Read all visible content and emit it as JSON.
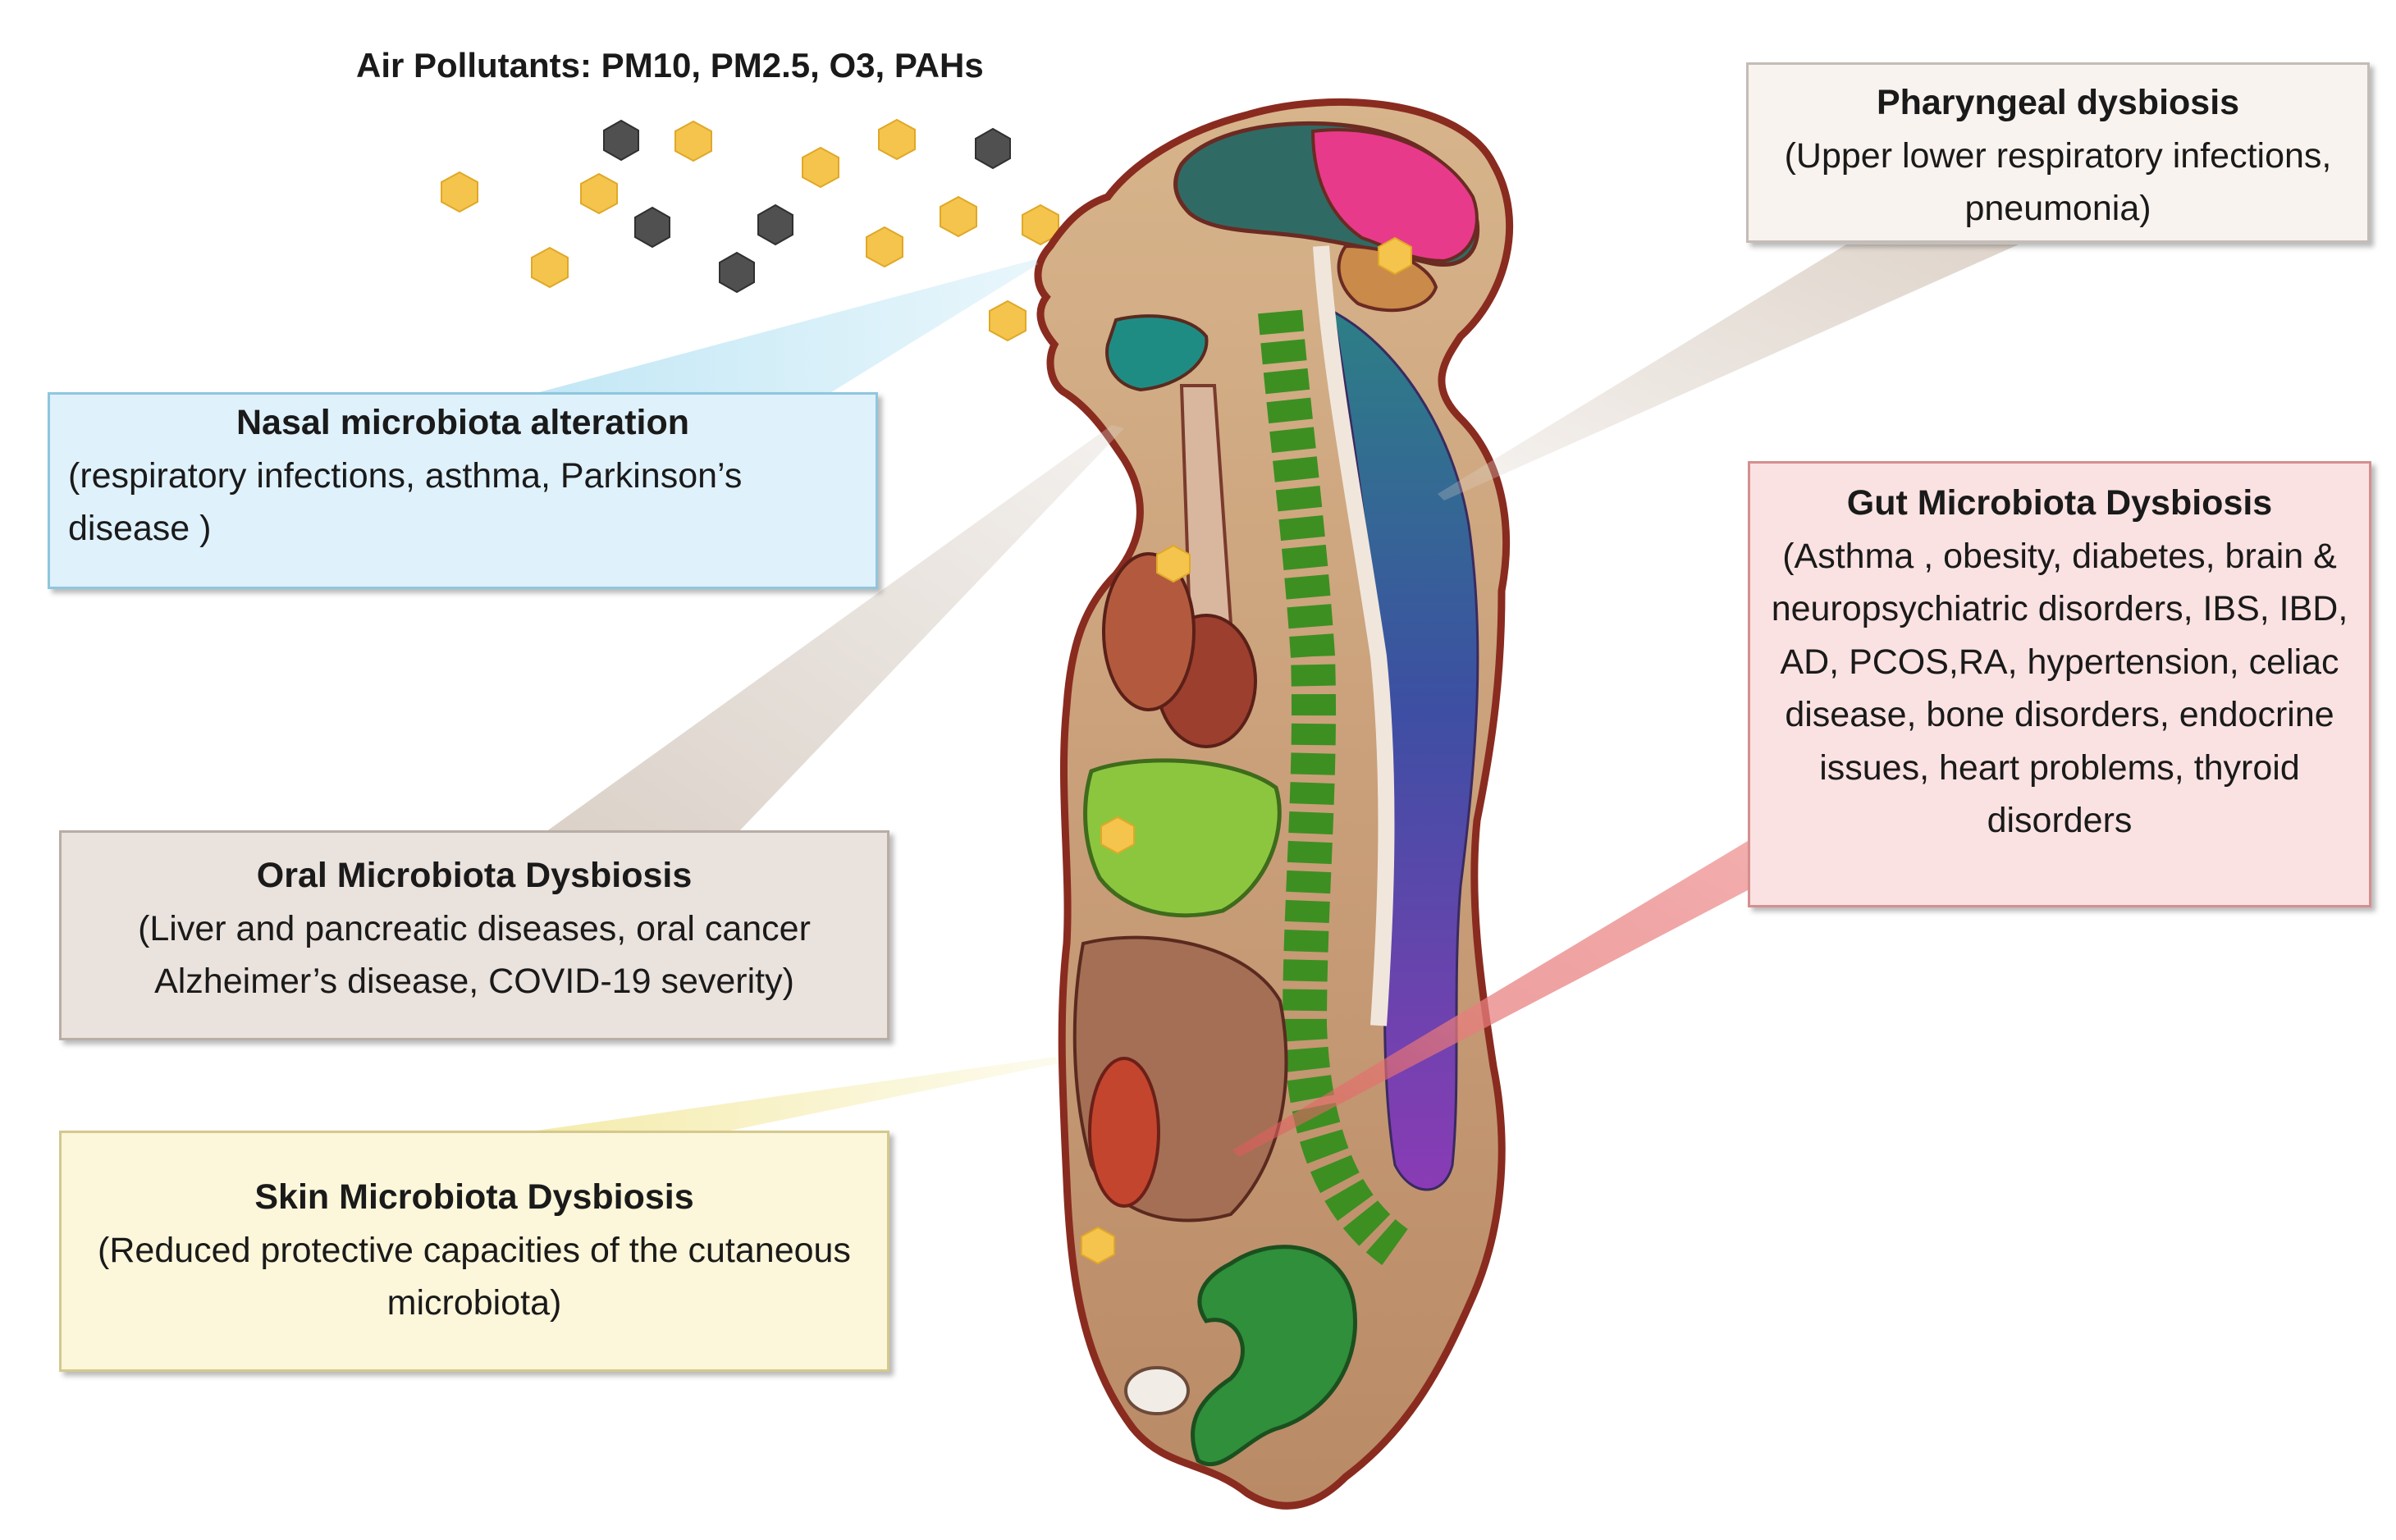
{
  "header": {
    "title": "Air Pollutants: PM10, PM2.5, O3, PAHs"
  },
  "boxes": {
    "nasal": {
      "title": "Nasal microbiota  alteration",
      "desc": " (respiratory infections, asthma, Parkinson’s disease )"
    },
    "oral": {
      "title": "Oral Microbiota  Dysbiosis",
      "desc": "(Liver and pancreatic diseases, oral cancer Alzheimer’s disease, COVID-19 severity)"
    },
    "skin": {
      "title": "Skin Microbiota Dysbiosis",
      "desc": "(Reduced protective capacities of the cutaneous microbiota)"
    },
    "pharyngeal": {
      "title": "Pharyngeal  dysbiosis",
      "desc": "(Upper lower respiratory infections, pneumonia)"
    },
    "gut": {
      "title": "Gut Microbiota  Dysbiosis",
      "desc": "(Asthma , obesity, diabetes, brain & neuropsychiatric disorders, IBS, IBD, AD, PCOS,RA, hypertension, celiac disease, bone disorders, endocrine issues, heart problems, thyroid disorders"
    }
  },
  "colors": {
    "pollutant_gold": "#f5c44c",
    "pollutant_gray": "#505050",
    "nasal_fill": "#dff1fb",
    "oral_fill": "#eae2dd",
    "skin_fill": "#fcf6da",
    "pharyngeal_fill": "#f8f3ef",
    "gut_fill": "#fbe2e2",
    "spine_green": "#3d8f22",
    "body_outline": "#8a2b20"
  }
}
